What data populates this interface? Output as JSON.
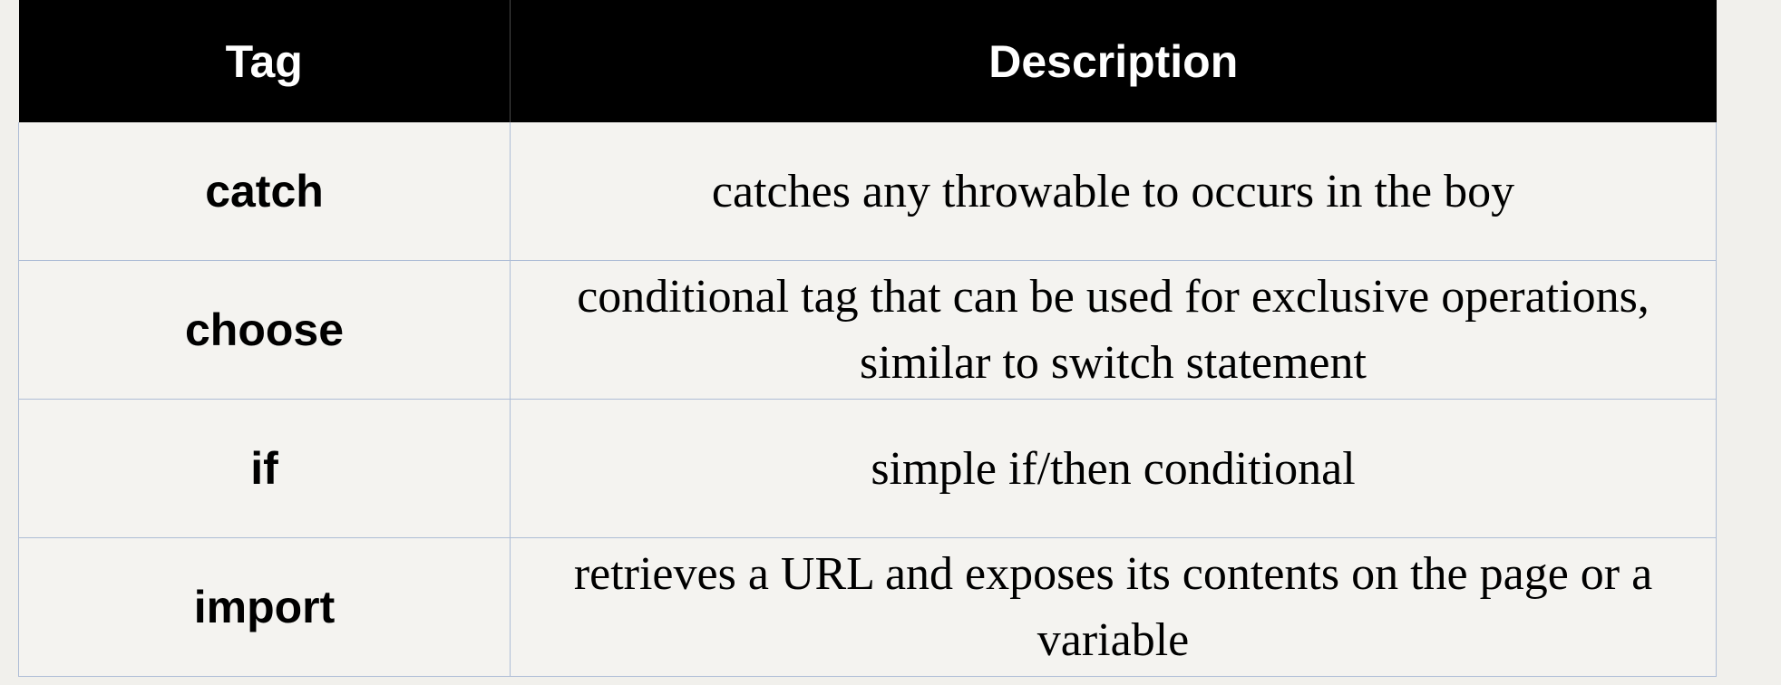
{
  "table": {
    "headers": [
      "Tag",
      "Description"
    ],
    "rows": [
      {
        "tag": "catch",
        "description": "catches any throwable to occurs in the boy"
      },
      {
        "tag": "choose",
        "description": "conditional tag that can be used for exclusive operations, similar to switch statement"
      },
      {
        "tag": "if",
        "description": "simple if/then conditional"
      },
      {
        "tag": "import",
        "description": "retrieves a URL and exposes its contents on the page or a variable"
      }
    ]
  },
  "colors": {
    "header_background": "#000000",
    "header_text": "#ffffff",
    "cell_background": "#f4f3f0",
    "grid_line": "#aebdd6",
    "page_background": "#f1f0ec"
  }
}
